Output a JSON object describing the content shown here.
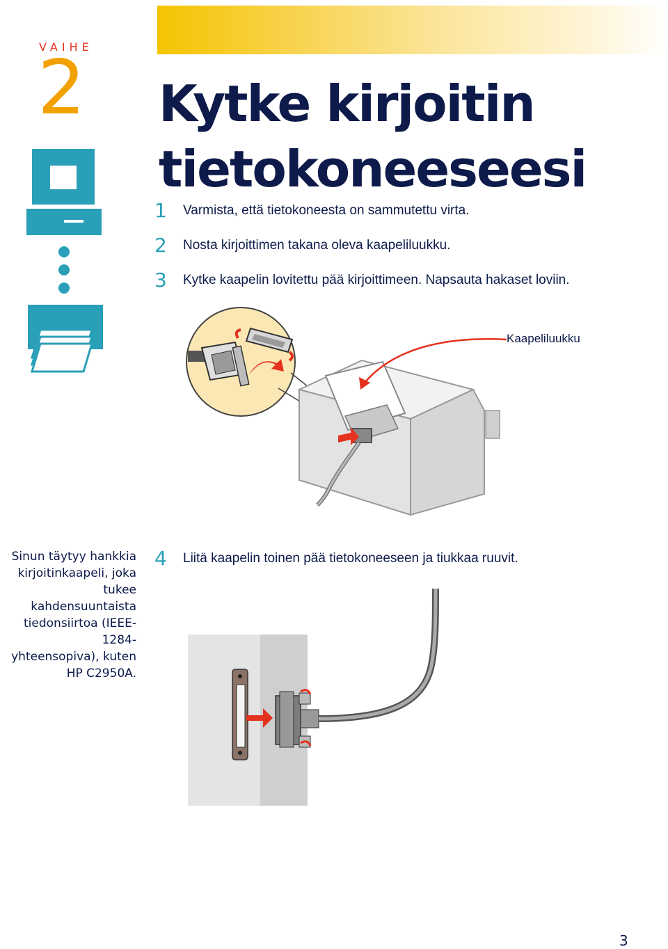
{
  "header": {
    "step_word": "VAIHE",
    "step_number": "2",
    "title_line1": "Kytke kirjoitin",
    "title_line2": "tietokoneeseesi"
  },
  "steps": [
    {
      "num": "1",
      "text": "Varmista, että tietokoneesta on sammutettu virta."
    },
    {
      "num": "2",
      "text": "Nosta kirjoittimen takana oleva kaapeliluukku."
    },
    {
      "num": "3",
      "text": "Kytke kaapelin lovitettu pää kirjoittimeen. Napsauta hakaset loviin."
    }
  ],
  "step4": {
    "num": "4",
    "text": "Liitä kaapelin toinen pää tietokoneeseen ja tiukkaa ruuvit."
  },
  "callout": {
    "label": "Kaapeliluukku"
  },
  "sidenote": {
    "lines": [
      "Sinun täytyy hankkia",
      "kirjoitinkaapeli, joka",
      "tukee kahdensuuntaista",
      "tiedonsiirtoa (IEEE-1284-",
      "yhteensopiva), kuten",
      "HP C2950A."
    ]
  },
  "page_number": "3",
  "colors": {
    "accent_red": "#e4321e",
    "accent_orange": "#f2a200",
    "teal": "#2aa0b8",
    "navy": "#0d1a4a",
    "banner_yellow": "#f5c400"
  }
}
